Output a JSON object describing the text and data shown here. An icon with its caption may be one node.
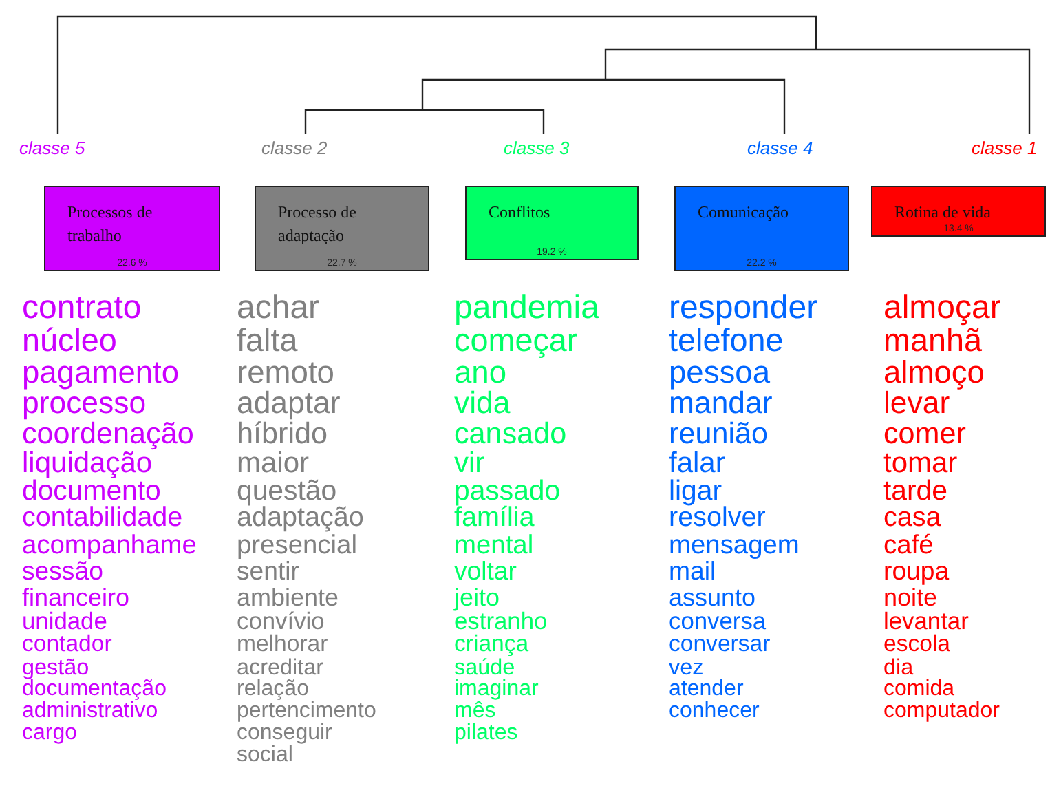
{
  "diagram": {
    "nodes": [
      {
        "text": [
          "Processos de trabalho",
          "22.6 %"
        ],
        "beside": [
          "contrato",
          "núcleo",
          "pagamento",
          "processo",
          "coordenação",
          "liquidação",
          "documento",
          "contabilidade",
          "acompanhame",
          "sessão",
          "financeiro",
          "unidade",
          "contador",
          "gestão",
          "documentação",
          "administrativo",
          "cargo"
        ]
      },
      {
        "text": [
          "Processo de adaptação",
          "22.7 %"
        ],
        "beside": [
          "achar",
          "falta",
          "remoto",
          "adaptar",
          "híbrido",
          "maior",
          "questão",
          "adaptação",
          "presencial",
          "sentir",
          "ambiente",
          "convívio",
          "melhorar",
          "acreditar",
          "relação",
          "pertencimento",
          "conseguir",
          "social"
        ]
      },
      {
        "text": [
          "Conflitos",
          "19.2 %"
        ],
        "beside": [
          "pandemia",
          "começar",
          "ano",
          "vida",
          "cansado",
          "vir",
          "passado",
          "família",
          "mental",
          "voltar",
          "jeito",
          "estranho",
          "criança",
          "saúde",
          "imaginar",
          "mês",
          "pilates"
        ]
      },
      {
        "text": [
          "Comunicação",
          "22.2 %"
        ],
        "beside": [
          "responder",
          "telefone",
          "pessoa",
          "mandar",
          "reunião",
          "falar",
          "ligar",
          "resolver",
          "mensagem",
          "mail",
          "assunto",
          "conversa",
          "conversar",
          "vez",
          "atender",
          "conhecer"
        ]
      },
      {
        "text": [
          "Rotina de vida",
          "13.4 %"
        ],
        "beside": [
          "almoçar",
          "manhã",
          "almoço",
          "levar",
          "comer",
          "tomar",
          "tarde",
          "casa",
          "café",
          "roupa",
          "noite",
          "levantar",
          "escola",
          "dia",
          "comida",
          "computador"
        ]
      }
    ],
    "edges": [],
    "labels": [
      "classe 5",
      "classe 2",
      "classe 3",
      "classe 4",
      "classe 1"
    ]
  }
}
